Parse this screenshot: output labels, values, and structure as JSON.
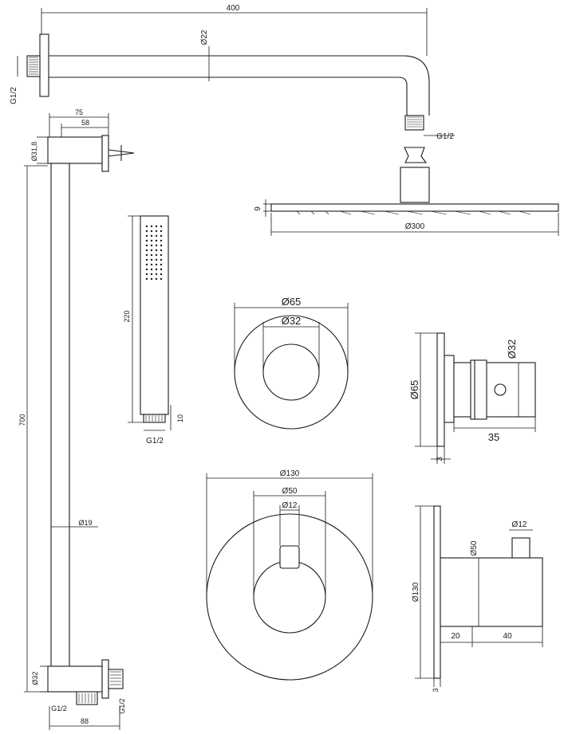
{
  "labels": {
    "arm_length": "400",
    "arm_diameter": "Ø22",
    "arm_thread_left": "G1/2",
    "arm_thread_right": "G1/2",
    "bracket_75": "75",
    "bracket_58": "58",
    "bracket_d31": "Ø31,8",
    "rail_length": "700",
    "rail_diameter": "Ø19",
    "rail_bottom_d32": "Ø32",
    "rail_bottom_thread": "G1/2",
    "rail_bottom_width": "88",
    "rail_outlet_thread": "G1/2",
    "head_height": "9",
    "head_diameter": "Ø300",
    "hand_length": "220",
    "hand_thread_len": "10",
    "hand_thread": "G1/2",
    "rosette_outer": "Ø65",
    "rosette_inner": "Ø32",
    "side_diameter": "Ø65",
    "side_knob": "Ø32",
    "side_depth": "35",
    "side_plate": "3",
    "mixer_outer": "Ø130",
    "mixer_body": "Ø50",
    "mixer_lever": "Ø12",
    "mixer_side_plate": "Ø130",
    "mixer_side_body": "Ø50",
    "mixer_side_lever": "Ø12",
    "mixer_side_depth1": "20",
    "mixer_side_depth2": "40",
    "mixer_side_plate_thk": "3"
  }
}
